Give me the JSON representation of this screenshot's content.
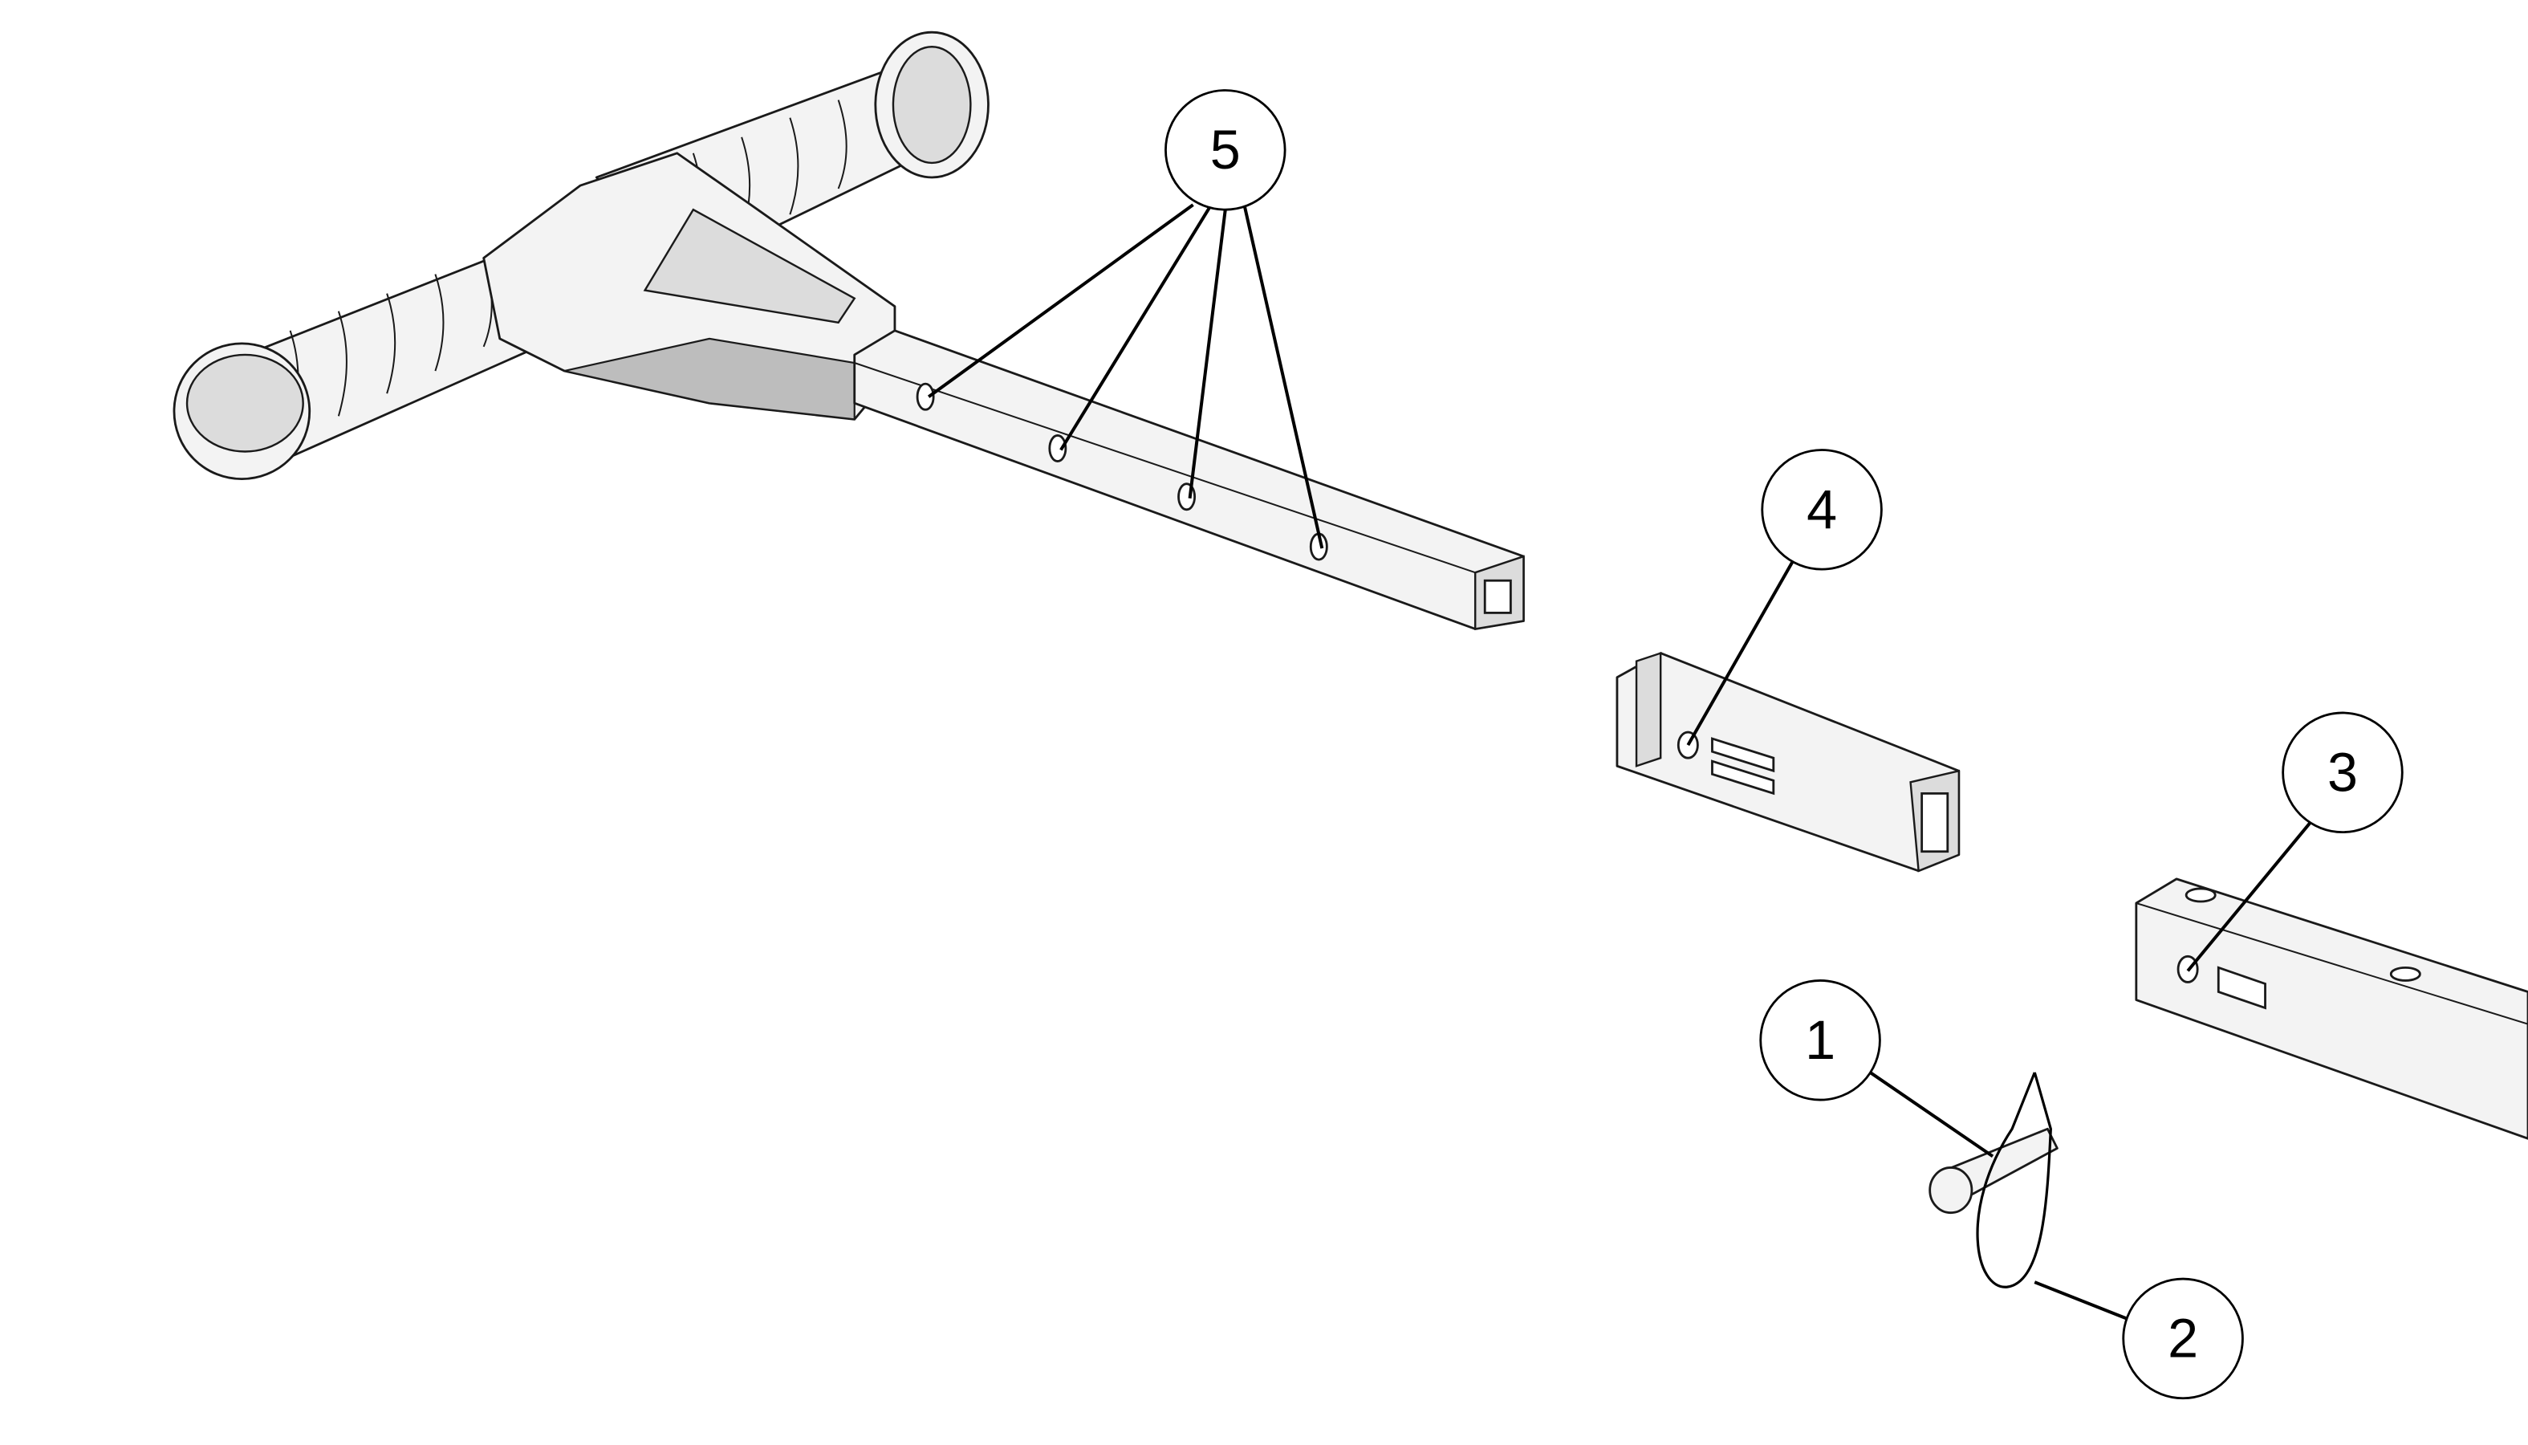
{
  "diagram": {
    "type": "exploded-parts-diagram",
    "callouts": [
      {
        "label": "1",
        "part": "clevis-pin"
      },
      {
        "label": "2",
        "part": "spring-clip"
      },
      {
        "label": "3",
        "part": "lower-tube-hole"
      },
      {
        "label": "4",
        "part": "coupler-sleeve"
      },
      {
        "label": "5",
        "part": "adjustment-holes"
      }
    ]
  }
}
